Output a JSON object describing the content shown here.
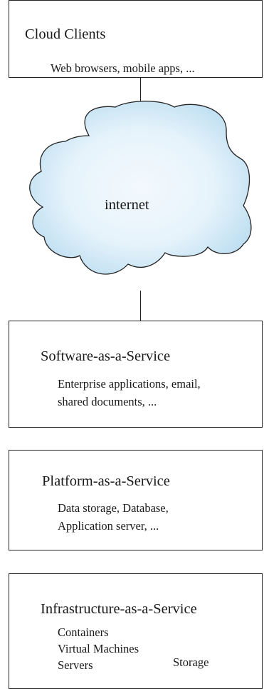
{
  "cloud_clients": {
    "title": "Cloud Clients",
    "description": "Web browsers, mobile apps, ..."
  },
  "internet": {
    "label": "internet"
  },
  "saas": {
    "title": "Software-as-a-Service",
    "lines": [
      "Enterprise applications, email,",
      "shared documents, ..."
    ]
  },
  "paas": {
    "title": "Platform-as-a-Service",
    "lines": [
      "Data storage, Database,",
      "Application server, ..."
    ]
  },
  "iaas": {
    "title": "Infrastructure-as-a-Service",
    "lines": [
      "Containers",
      "Virtual Machines",
      "Servers"
    ],
    "storage": "Storage"
  },
  "colors": {
    "cloud_fill_edge": "#b9dcf0",
    "cloud_fill_center": "#f3f9fd",
    "stroke": "#222222"
  }
}
